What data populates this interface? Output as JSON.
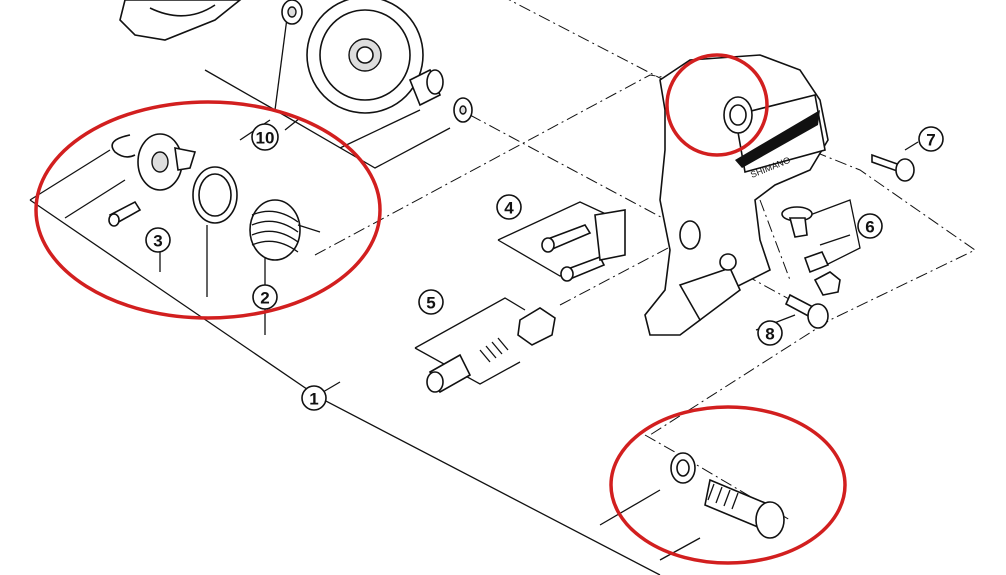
{
  "diagram": {
    "type": "exploded-parts-diagram",
    "callouts": [
      {
        "id": "callout-1",
        "label": "1"
      },
      {
        "id": "callout-2",
        "label": "2"
      },
      {
        "id": "callout-3",
        "label": "3"
      },
      {
        "id": "callout-4",
        "label": "4"
      },
      {
        "id": "callout-5",
        "label": "5"
      },
      {
        "id": "callout-6",
        "label": "6"
      },
      {
        "id": "callout-7",
        "label": "7"
      },
      {
        "id": "callout-8",
        "label": "8"
      },
      {
        "id": "callout-10",
        "label": "10"
      }
    ],
    "logo_text": "SHIMANO",
    "highlight_color": "#d21f1f"
  }
}
